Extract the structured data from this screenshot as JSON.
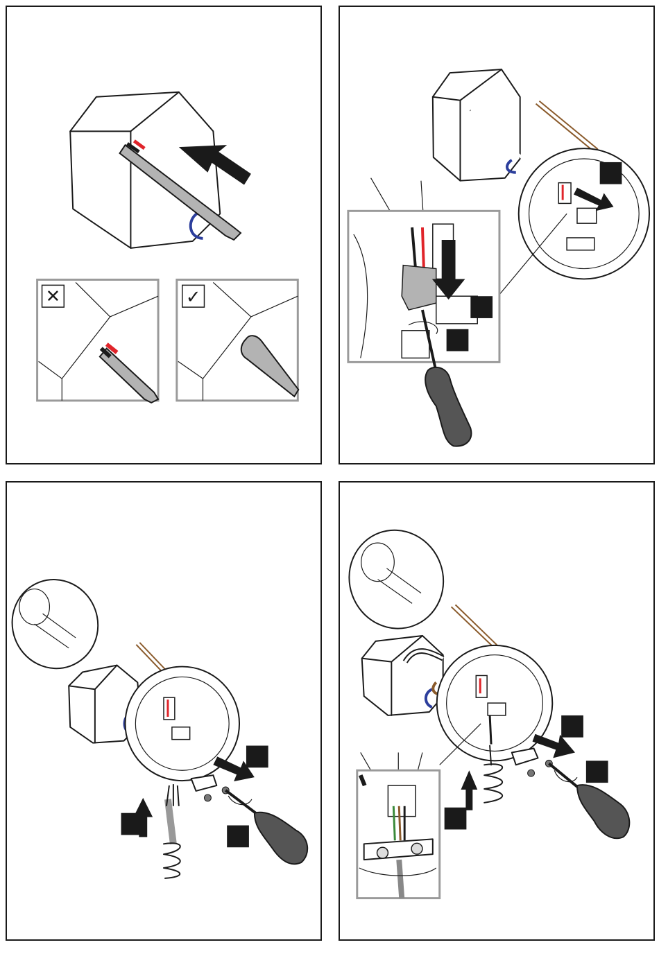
{
  "panels": [
    {
      "id": "p1",
      "name": "insert-cable-into-box",
      "marks": {
        "wrong": "✕",
        "right": "✓"
      }
    },
    {
      "id": "p2",
      "name": "connect-wires-to-terminal"
    },
    {
      "id": "p3",
      "name": "fit-cable-and-clamp"
    },
    {
      "id": "p4",
      "name": "secure-cable-clamp"
    }
  ],
  "colors": {
    "outline": "#1a1a1a",
    "cable": "#b3b3b3",
    "red_wire": "#e0242a",
    "blue_loop": "#2c3e9c",
    "brown_wire": "#8a5a2b",
    "inset_border": "#9a9a9a"
  }
}
